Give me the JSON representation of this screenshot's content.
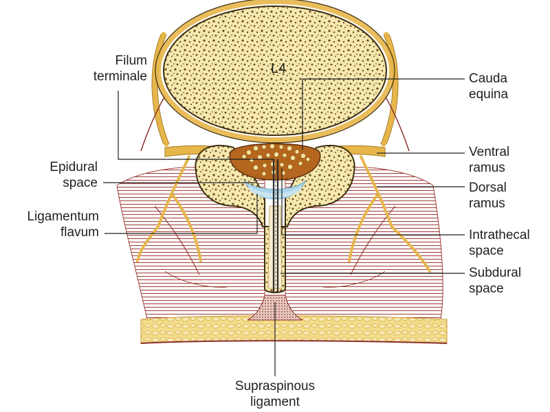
{
  "vertebra": {
    "label": "L4"
  },
  "labels": {
    "filum_terminale": [
      "Filum",
      "terminale"
    ],
    "epidural_space": [
      "Epidural",
      "space"
    ],
    "ligamentum_flavum": [
      "Ligamentum",
      "flavum"
    ],
    "cauda_equina": [
      "Cauda",
      "equina"
    ],
    "ventral_ramus": [
      "Ventral",
      "ramus"
    ],
    "dorsal_ramus": [
      "Dorsal",
      "ramus"
    ],
    "intrathecal_space": [
      "Intrathecal",
      "space"
    ],
    "subdural_space": [
      "Subdural",
      "space"
    ],
    "supraspinous_ligament": [
      "Supraspinous",
      "ligament"
    ]
  },
  "colors": {
    "bone_fill": "#f6e9b0",
    "bone_outline": "#3d2e10",
    "nerve": "#e7b64a",
    "dura": "#b5661e",
    "csf_blue": "#a9d4ea",
    "muscle_line": "#8b2f2a",
    "ligament": "#8b2f2a"
  }
}
